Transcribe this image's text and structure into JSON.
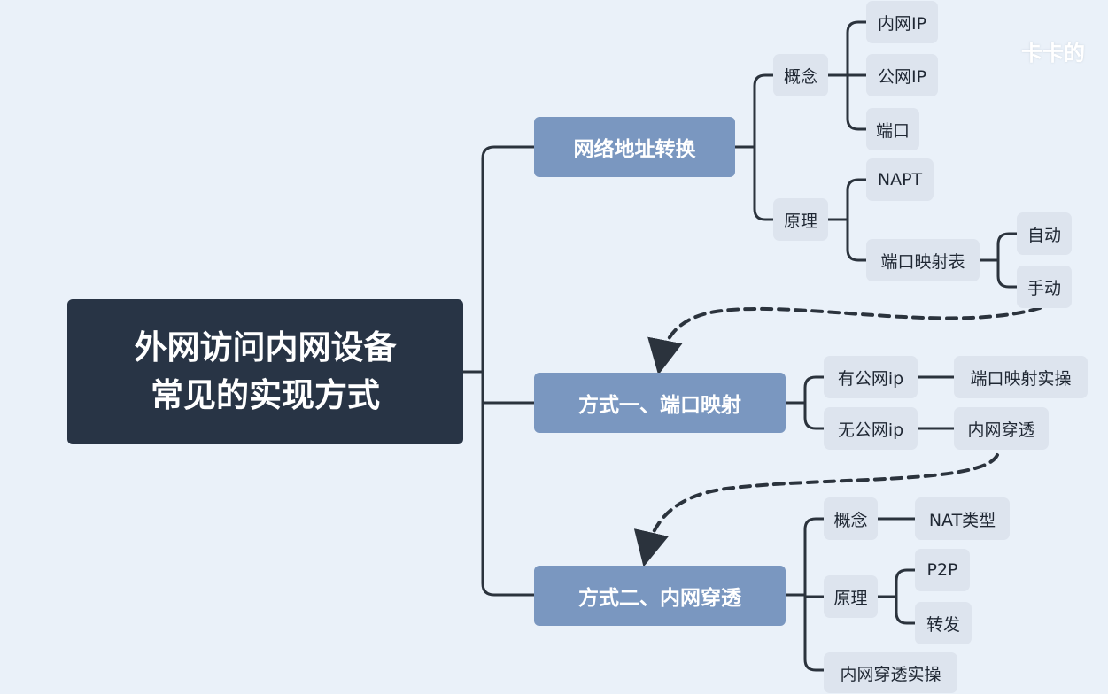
{
  "watermark": "卡卡的",
  "root": {
    "line1": "外网访问内网设备",
    "line2": "常见的实现方式"
  },
  "branch1": {
    "title": "网络地址转换",
    "concept": {
      "label": "概念",
      "items": [
        "内网IP",
        "公网IP",
        "端口"
      ]
    },
    "principle": {
      "label": "原理",
      "napt": "NAPT",
      "mapping_table": {
        "label": "端口映射表",
        "items": [
          "自动",
          "手动"
        ]
      }
    }
  },
  "branch2": {
    "title": "方式一、端口映射",
    "with_public_ip": {
      "label": "有公网ip",
      "child": "端口映射实操"
    },
    "without_public_ip": {
      "label": "无公网ip",
      "child": "内网穿透"
    }
  },
  "branch3": {
    "title": "方式二、内网穿透",
    "concept": {
      "label": "概念",
      "child": "NAT类型"
    },
    "principle": {
      "label": "原理",
      "items": [
        "P2P",
        "转发"
      ]
    },
    "practice": "内网穿透实操"
  },
  "colors": {
    "background": "#eaf1f9",
    "root_fill": "#283445",
    "main_fill": "#7a97c0",
    "sub_fill": "#dde4ee",
    "connector": "#2b333d"
  }
}
